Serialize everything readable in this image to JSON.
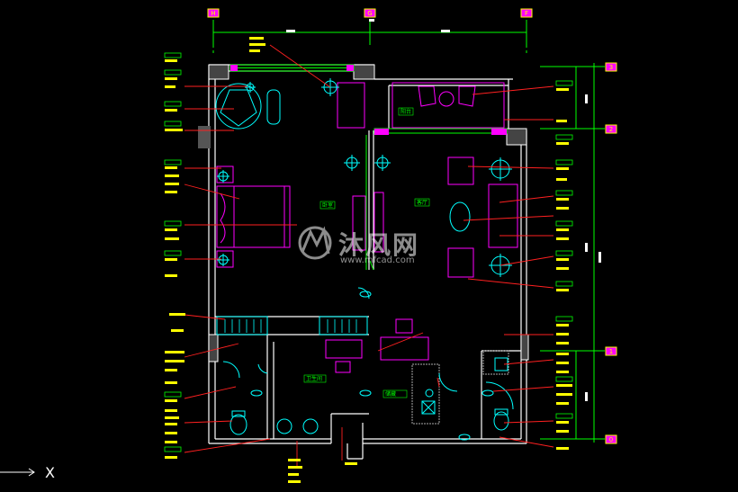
{
  "drawing": {
    "type": "CAD floor plan (AutoCAD model space, black background)",
    "room_labels": {
      "bedroom": "卧室",
      "living_room": "客厅",
      "bathroom": "卫生间",
      "balcony": "阳台",
      "pantry": "储藏"
    },
    "grid_bubbles": {
      "top": [
        "H",
        "G",
        "F"
      ],
      "right": [
        "3",
        "2",
        "1",
        "0"
      ]
    },
    "watermark": {
      "brand": "沐风网",
      "url": "www.mfcad.com"
    },
    "ucs_axis_label": "X",
    "colors": {
      "background": "#000000",
      "wall": "#ffffff",
      "dimension": "#00ff00",
      "furniture": "#ff00ff",
      "leader": "#ff0000",
      "fixture": "#00ffff",
      "highlight": "#ffff00"
    }
  }
}
